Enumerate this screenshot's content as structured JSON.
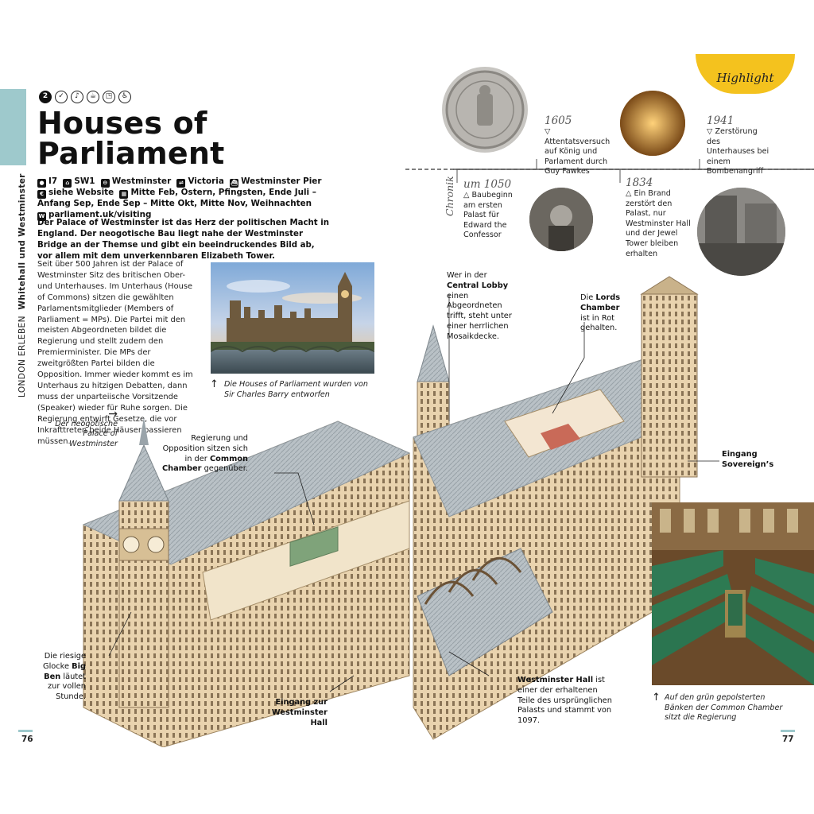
{
  "sidebar": {
    "section": "LONDON ERLEBEN",
    "subsection": "Whitehall und Westminster"
  },
  "icons": [
    {
      "name": "number-badge",
      "glyph": "2"
    },
    {
      "name": "guided-tour-icon",
      "glyph": "✓"
    },
    {
      "name": "audio-guide-icon",
      "glyph": "♪"
    },
    {
      "name": "cafe-icon",
      "glyph": "☕"
    },
    {
      "name": "shop-icon",
      "glyph": "◳"
    },
    {
      "name": "wheelchair-icon",
      "glyph": "♿"
    }
  ],
  "title_line1": "Houses of",
  "title_line2": "Parliament",
  "meta": {
    "grid": "I7",
    "postcode": "SW1",
    "tube1": "Westminster",
    "rail": "Victoria",
    "pier": "Westminster Pier",
    "prices": "siehe Website",
    "dates": "Mitte Feb, Ostern, Pfingsten, Ende Juli – Anfang Sep, Ende Sep – Mitte Okt, Mitte Nov, Weihnachten",
    "website": "parliament.uk/visiting"
  },
  "lead": "Der Palace of Westminster ist das Herz der politischen Macht in England. Der neogotische Bau liegt nahe der Westminster Bridge an der Themse und gibt ein beeindruckendes Bild ab, vor allem mit dem unverkennbaren Elizabeth Tower.",
  "body": "Seit über 500 Jahren ist der Palace of Westminster Sitz des britischen Ober- und Unterhauses. Im Unterhaus (House of Commons) sitzen die gewählten Parlamentsmitglieder (Members of Parliament = MPs). Die Partei mit den meisten Abgeordneten bildet die Regierung und stellt zudem den Premierminister. Die MPs der zweitgrößten Partei bilden die Opposition. Immer wieder kommt es im Unterhaus zu hitzigen Debatten, dann muss der unparteiische Vorsitzende (Speaker) wieder für Ruhe sorgen. Die Regierung entwirft Gesetze, die vor Inkrafttreten beide Häuser passieren müssen.",
  "photo1_caption": "Die Houses of Parliament wurden von Sir Charles Barry entworfen",
  "illus_caption": "Der neogotische Palace of Westminster",
  "labels": {
    "common_pre": "Regierung und Opposition sitzen sich in der",
    "common_bold": "Common Chamber",
    "common_post": "gegenüber.",
    "central_pre": "Wer in der",
    "central_bold": "Central Lobby",
    "central_post": "einen Abgeordneten trifft, steht unter einer herrlichen Mosaikdecke.",
    "lords_pre": "Die",
    "lords_bold": "Lords Chamber",
    "lords_post": "ist in Rot gehalten.",
    "sovereign": "Eingang Sovereign’s",
    "bigben_pre": "Die riesige Glocke",
    "bigben_bold": "Big Ben",
    "bigben_post": "läutet zur vollen Stunde.",
    "hall_entrance": "Eingang zur Westminster Hall",
    "hall_bold": "Westminster Hall",
    "hall_post": "ist einer der erhaltenen Teile des ursprünglichen Palasts und stammt von 1097."
  },
  "photo2_caption": "Auf den grün gepolsterten Bänken der Common Chamber sitzt die Regierung",
  "highlight": "Highlight",
  "chronik": "Chronik",
  "timeline": [
    {
      "year": "um 1050",
      "text": "Baubeginn am ersten Palast für Edward the Confessor"
    },
    {
      "year": "1605",
      "text": "Attentatsversuch auf König und Parlament durch Guy Fawkes"
    },
    {
      "year": "1834",
      "text": "Ein Brand zerstört den Palast, nur Westminster Hall und der Jewel Tower bleiben erhalten"
    },
    {
      "year": "1941",
      "text": "Zerstörung des Unterhauses bei einem Bombenangriff"
    }
  ],
  "pages": {
    "left": "76",
    "right": "77"
  }
}
